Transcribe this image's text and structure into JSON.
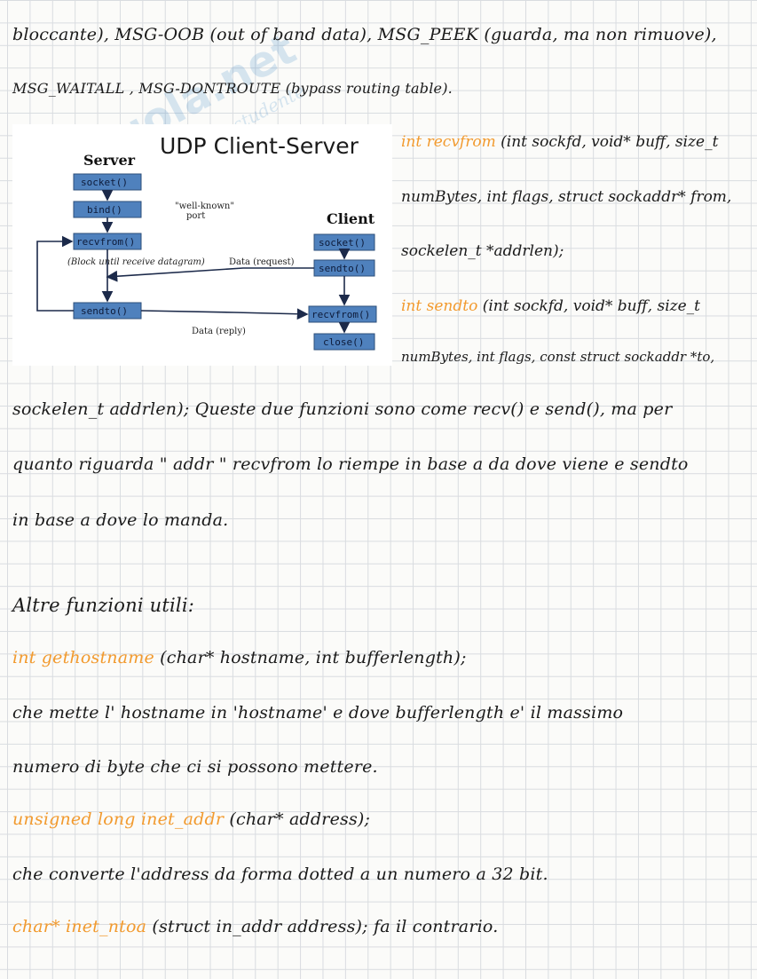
{
  "text_lines": {
    "l1": "bloccante), MSG-OOB (out of band data), MSG_PEEK (guarda, ma non rimuove),",
    "l2": "MSG_WAITALL , MSG-DONTROUTE (bypass routing table).",
    "l3": "sockelen_t addrlen);  Queste due funzioni sono come recv() e send(), ma per",
    "l4": "quanto riguarda \" addr \" recvfrom lo riempe in base a da dove viene e sendto",
    "l5": "in base a dove lo manda.",
    "l6": "Altre funzioni utili:",
    "l7_fn": "int gethostname",
    "l7_rest": "(char* hostname, int bufferlength);",
    "l8": "che mette l' hostname in 'hostname' e dove bufferlength e' il massimo",
    "l9": "numero di byte che ci si possono mettere.",
    "l10_fn": "unsigned long inet_addr",
    "l10_rest": "(char* address);",
    "l11": "che converte l'address da forma dotted a un numero a 32 bit.",
    "l12_fn": "char* inet_ntoa",
    "l12_rest": "(struct in_addr address); fa il contrario."
  },
  "side_text": {
    "s1_fn": "int recvfrom",
    "s1_rest": " (int sockfd, void* buff, size_t",
    "s2": "numBytes, int flags, struct sockaddr* from,",
    "s3": "sockelen_t *addrlen);",
    "s4_fn": "int sendto",
    "s4_rest": " (int sockfd, void* buff, size_t",
    "s5": "numBytes, int flags, const struct sockaddr *to,"
  },
  "diagram": {
    "title": "UDP Client-Server",
    "server_label": "Server",
    "client_label": "Client",
    "server_boxes": [
      "socket()",
      "bind()",
      "recvfrom()",
      "sendto()"
    ],
    "client_boxes": [
      "socket()",
      "sendto()",
      "recvfrom()",
      "close()"
    ],
    "well_known_1": "\"well-known\"",
    "well_known_2": "port",
    "block_note": "(Block until receive datagram)",
    "data_request": "Data (request)",
    "data_reply": "Data (reply)"
  },
  "watermark": {
    "brand": "Skuola.net",
    "tagline": "paradiso dello studente"
  },
  "colors": {
    "accent": "#f29a2e",
    "box": "#4f81bd",
    "grid": "#d9dce0"
  }
}
